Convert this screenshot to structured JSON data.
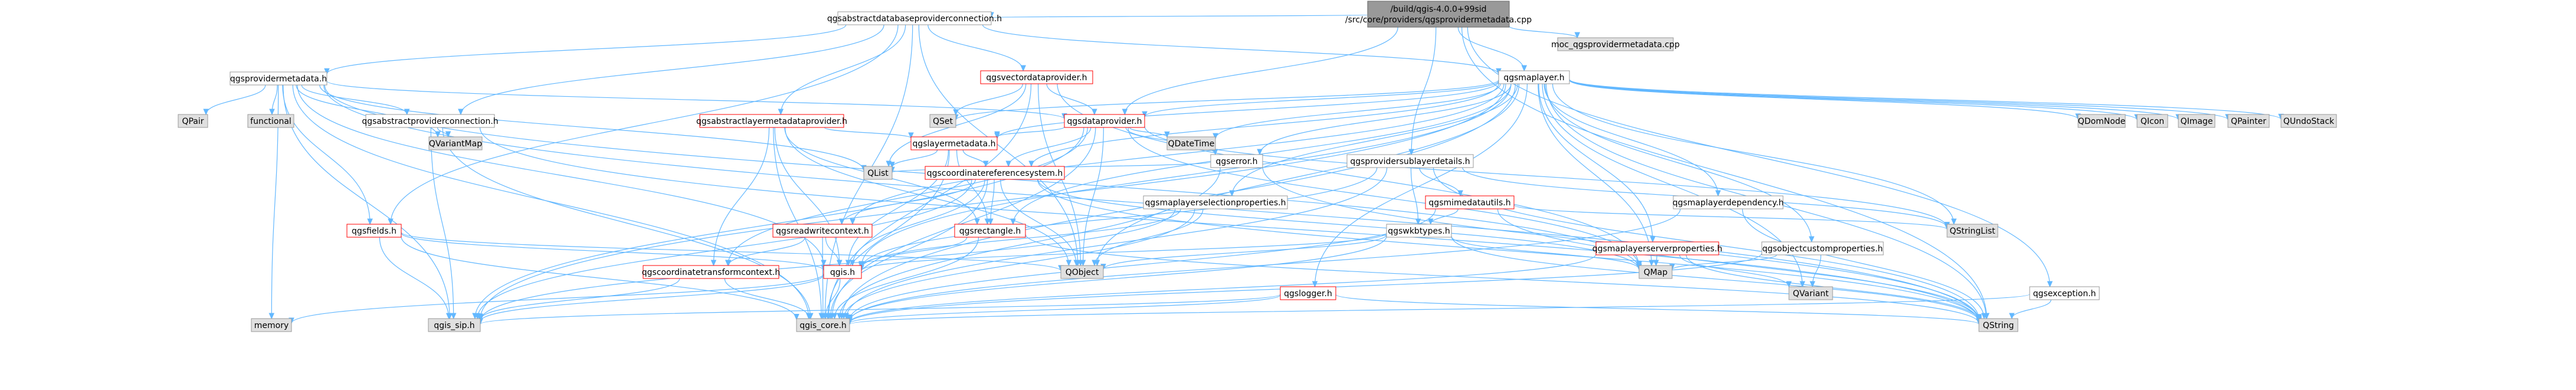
{
  "graph": {
    "nodes": [
      {
        "id": "root",
        "lines": [
          "/build/qgis-4.0.0+99sid",
          "/src/core/providers/qgsprovidermetadata.cpp"
        ],
        "kind": "src"
      },
      {
        "id": "adpc",
        "lines": [
          "qgsabstractdatabaseproviderconnection.h"
        ],
        "kind": "hdr"
      },
      {
        "id": "moc",
        "lines": [
          "moc_qgsprovidermetadata.cpp"
        ],
        "kind": "ext"
      },
      {
        "id": "pmeta",
        "lines": [
          "qgsprovidermetadata.h"
        ],
        "kind": "hdr"
      },
      {
        "id": "vdp",
        "lines": [
          "qgsvectordataprovider.h"
        ],
        "kind": "red"
      },
      {
        "id": "ml",
        "lines": [
          "qgsmaplayer.h"
        ],
        "kind": "hdr"
      },
      {
        "id": "qpair",
        "lines": [
          "QPair"
        ],
        "kind": "ext"
      },
      {
        "id": "functional",
        "lines": [
          "functional"
        ],
        "kind": "ext"
      },
      {
        "id": "apc",
        "lines": [
          "qgsabstractproviderconnection.h"
        ],
        "kind": "hdr"
      },
      {
        "id": "qvm",
        "lines": [
          "QVariantMap"
        ],
        "kind": "ext"
      },
      {
        "id": "almp",
        "lines": [
          "qgsabstractlayermetadataprovider.h"
        ],
        "kind": "red"
      },
      {
        "id": "qset",
        "lines": [
          "QSet"
        ],
        "kind": "ext"
      },
      {
        "id": "dp",
        "lines": [
          "qgsdataprovider.h"
        ],
        "kind": "red"
      },
      {
        "id": "lm",
        "lines": [
          "qgslayermetadata.h"
        ],
        "kind": "red"
      },
      {
        "id": "err",
        "lines": [
          "qgserror.h"
        ],
        "kind": "hdr"
      },
      {
        "id": "qdt",
        "lines": [
          "QDateTime"
        ],
        "kind": "ext"
      },
      {
        "id": "psld",
        "lines": [
          "qgsprovidersublayerdetails.h"
        ],
        "kind": "hdr"
      },
      {
        "id": "qlist",
        "lines": [
          "QList"
        ],
        "kind": "ext"
      },
      {
        "id": "crs",
        "lines": [
          "qgscoordinatereferencesystem.h"
        ],
        "kind": "red"
      },
      {
        "id": "mlsp",
        "lines": [
          "qgsmaplayerselectionproperties.h"
        ],
        "kind": "hdr"
      },
      {
        "id": "mime",
        "lines": [
          "qgsmimedatautils.h"
        ],
        "kind": "red"
      },
      {
        "id": "mldep",
        "lines": [
          "qgsmaplayerdependency.h"
        ],
        "kind": "hdr"
      },
      {
        "id": "fields",
        "lines": [
          "qgsfields.h"
        ],
        "kind": "red"
      },
      {
        "id": "rrc",
        "lines": [
          "qgsreadwritecontext.h"
        ],
        "kind": "red"
      },
      {
        "id": "rect",
        "lines": [
          "qgsrectangle.h"
        ],
        "kind": "red"
      },
      {
        "id": "wkb",
        "lines": [
          "qgswkbtypes.h"
        ],
        "kind": "hdr"
      },
      {
        "id": "mlsrv",
        "lines": [
          "qgsmaplayerserverproperties.h"
        ],
        "kind": "red"
      },
      {
        "id": "ocp",
        "lines": [
          "qgsobjectcustomproperties.h"
        ],
        "kind": "hdr"
      },
      {
        "id": "qsl",
        "lines": [
          "QStringList"
        ],
        "kind": "ext"
      },
      {
        "id": "ctc",
        "lines": [
          "qgscoordinatetransformcontext.h"
        ],
        "kind": "red"
      },
      {
        "id": "qgis",
        "lines": [
          "qgis.h"
        ],
        "kind": "red"
      },
      {
        "id": "qobj",
        "lines": [
          "QObject"
        ],
        "kind": "ext"
      },
      {
        "id": "logger",
        "lines": [
          "qgslogger.h"
        ],
        "kind": "red"
      },
      {
        "id": "qmap",
        "lines": [
          "QMap"
        ],
        "kind": "ext"
      },
      {
        "id": "qvar",
        "lines": [
          "QVariant"
        ],
        "kind": "ext"
      },
      {
        "id": "exc",
        "lines": [
          "qgsexception.h"
        ],
        "kind": "hdr"
      },
      {
        "id": "memory",
        "lines": [
          "memory"
        ],
        "kind": "ext"
      },
      {
        "id": "sip",
        "lines": [
          "qgis_sip.h"
        ],
        "kind": "ext"
      },
      {
        "id": "core",
        "lines": [
          "qgis_core.h"
        ],
        "kind": "ext"
      },
      {
        "id": "qstr",
        "lines": [
          "QString"
        ],
        "kind": "ext"
      },
      {
        "id": "qdom",
        "lines": [
          "QDomNode"
        ],
        "kind": "ext"
      },
      {
        "id": "qicon",
        "lines": [
          "QIcon"
        ],
        "kind": "ext"
      },
      {
        "id": "qimg",
        "lines": [
          "QImage"
        ],
        "kind": "ext"
      },
      {
        "id": "qpaint",
        "lines": [
          "QPainter"
        ],
        "kind": "ext"
      },
      {
        "id": "qundo",
        "lines": [
          "QUndoStack"
        ],
        "kind": "ext"
      }
    ]
  }
}
